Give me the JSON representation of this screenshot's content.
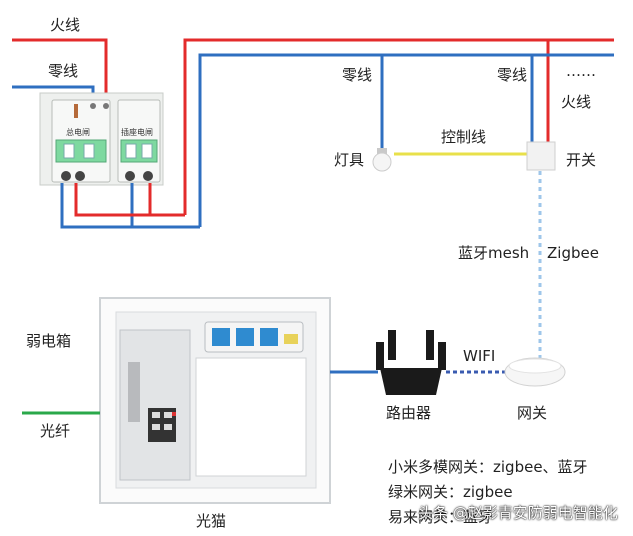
{
  "labels": {
    "fire_top": "火线",
    "neutral_top": "零线",
    "main_breaker": "总电闸",
    "outlet_breaker": "插座电闸",
    "neutral_lamp": "零线",
    "neutral_switch": "零线",
    "ellipsis": "……",
    "fire_switch": "火线",
    "control_wire": "控制线",
    "lamp": "灯具",
    "switch": "开关",
    "bt_mesh": "蓝牙mesh",
    "zigbee": "Zigbee",
    "weak_box": "弱电箱",
    "fiber": "光纤",
    "wifi": "WIFI",
    "router": "路由器",
    "gateway": "网关",
    "onu": "光猫"
  },
  "notes": [
    "小米多模网关：zigbee、蓝牙",
    "绿米网关：zigbee",
    "易来网关：蓝牙"
  ],
  "watermark": "头条 @赵影青安防弱电智能化",
  "colors": {
    "fire": "#e32b2b",
    "neutral": "#2f6fc0",
    "control": "#e8e04a",
    "fiber": "#2aa84a",
    "wireless": "#3a5bb0",
    "dotted": "#9ec6ea"
  }
}
